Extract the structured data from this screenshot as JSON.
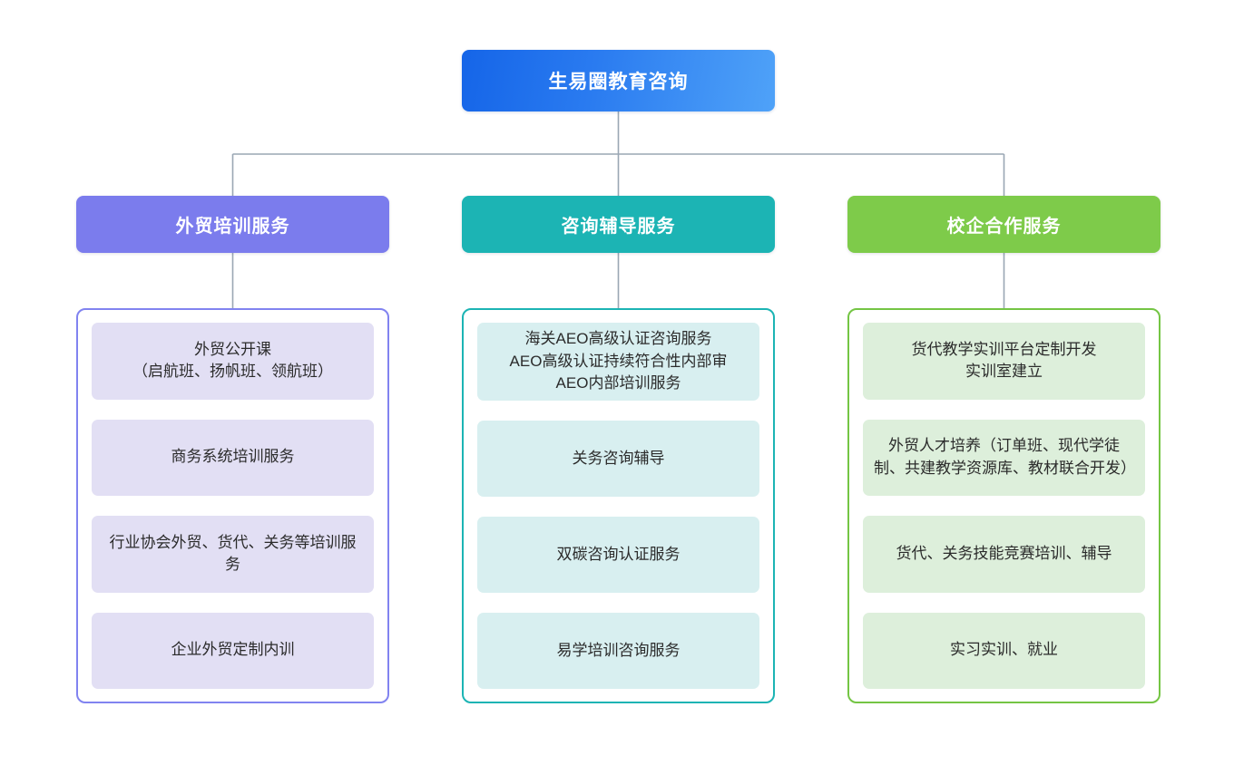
{
  "diagram": {
    "type": "organization-chart",
    "root": {
      "label": "生易圈教育咨询",
      "color": "#1565e8",
      "gradient_to": "#4fa2f8"
    },
    "connector_color": "#9aa7b4",
    "branches": [
      {
        "label": "外贸培训服务",
        "header_color": "#7b7ced",
        "border_color": "#8183f0",
        "card_color": "#e2dff4",
        "items": [
          {
            "label": "外贸公开课\n（启航班、扬帆班、领航班）"
          },
          {
            "label": "商务系统培训服务"
          },
          {
            "label": "行业协会外贸、货代、关务等培训服务"
          },
          {
            "label": "企业外贸定制内训"
          }
        ]
      },
      {
        "label": "咨询辅导服务",
        "header_color": "#1cb4b4",
        "border_color": "#1cb4b4",
        "card_color": "#d8eff0",
        "items": [
          {
            "label": "海关AEO高级认证咨询服务\nAEO高级认证持续符合性内部审\nAEO内部培训服务"
          },
          {
            "label": "关务咨询辅导"
          },
          {
            "label": "双碳咨询认证服务"
          },
          {
            "label": "易学培训咨询服务"
          }
        ]
      },
      {
        "label": "校企合作服务",
        "header_color": "#7ecb4a",
        "border_color": "#74c544",
        "card_color": "#ddefdb",
        "items": [
          {
            "label": "货代教学实训平台定制开发\n实训室建立"
          },
          {
            "label": "外贸人才培养（订单班、现代学徒制、共建教学资源库、教材联合开发）"
          },
          {
            "label": "货代、关务技能竞赛培训、辅导"
          },
          {
            "label": "实习实训、就业"
          }
        ]
      }
    ]
  }
}
